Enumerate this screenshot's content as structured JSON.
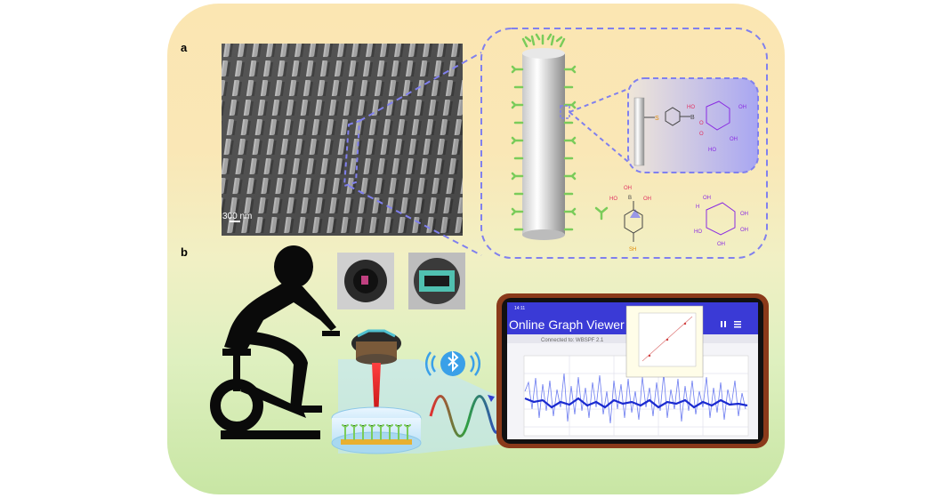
{
  "panel_labels": {
    "a": "a",
    "b": "b"
  },
  "sem": {
    "scale_label": "300 nm"
  },
  "chem": {
    "s": "S",
    "ho": "HO",
    "oh": "OH",
    "o": "O",
    "b": "B",
    "ch2": "H",
    "sh": "SH"
  },
  "phone": {
    "time": "14:11",
    "app_title": "Online Graph Viewer V10",
    "connection": "Connected to: WBSPF 2.1"
  },
  "colors": {
    "dashed_outline": "#8080ee",
    "linker_green": "#7acc5a",
    "beam_red": "#e02020",
    "app_bar": "#3a3ad6"
  },
  "icons": [
    "bluetooth-icon",
    "pause-icon",
    "menu-icon"
  ]
}
